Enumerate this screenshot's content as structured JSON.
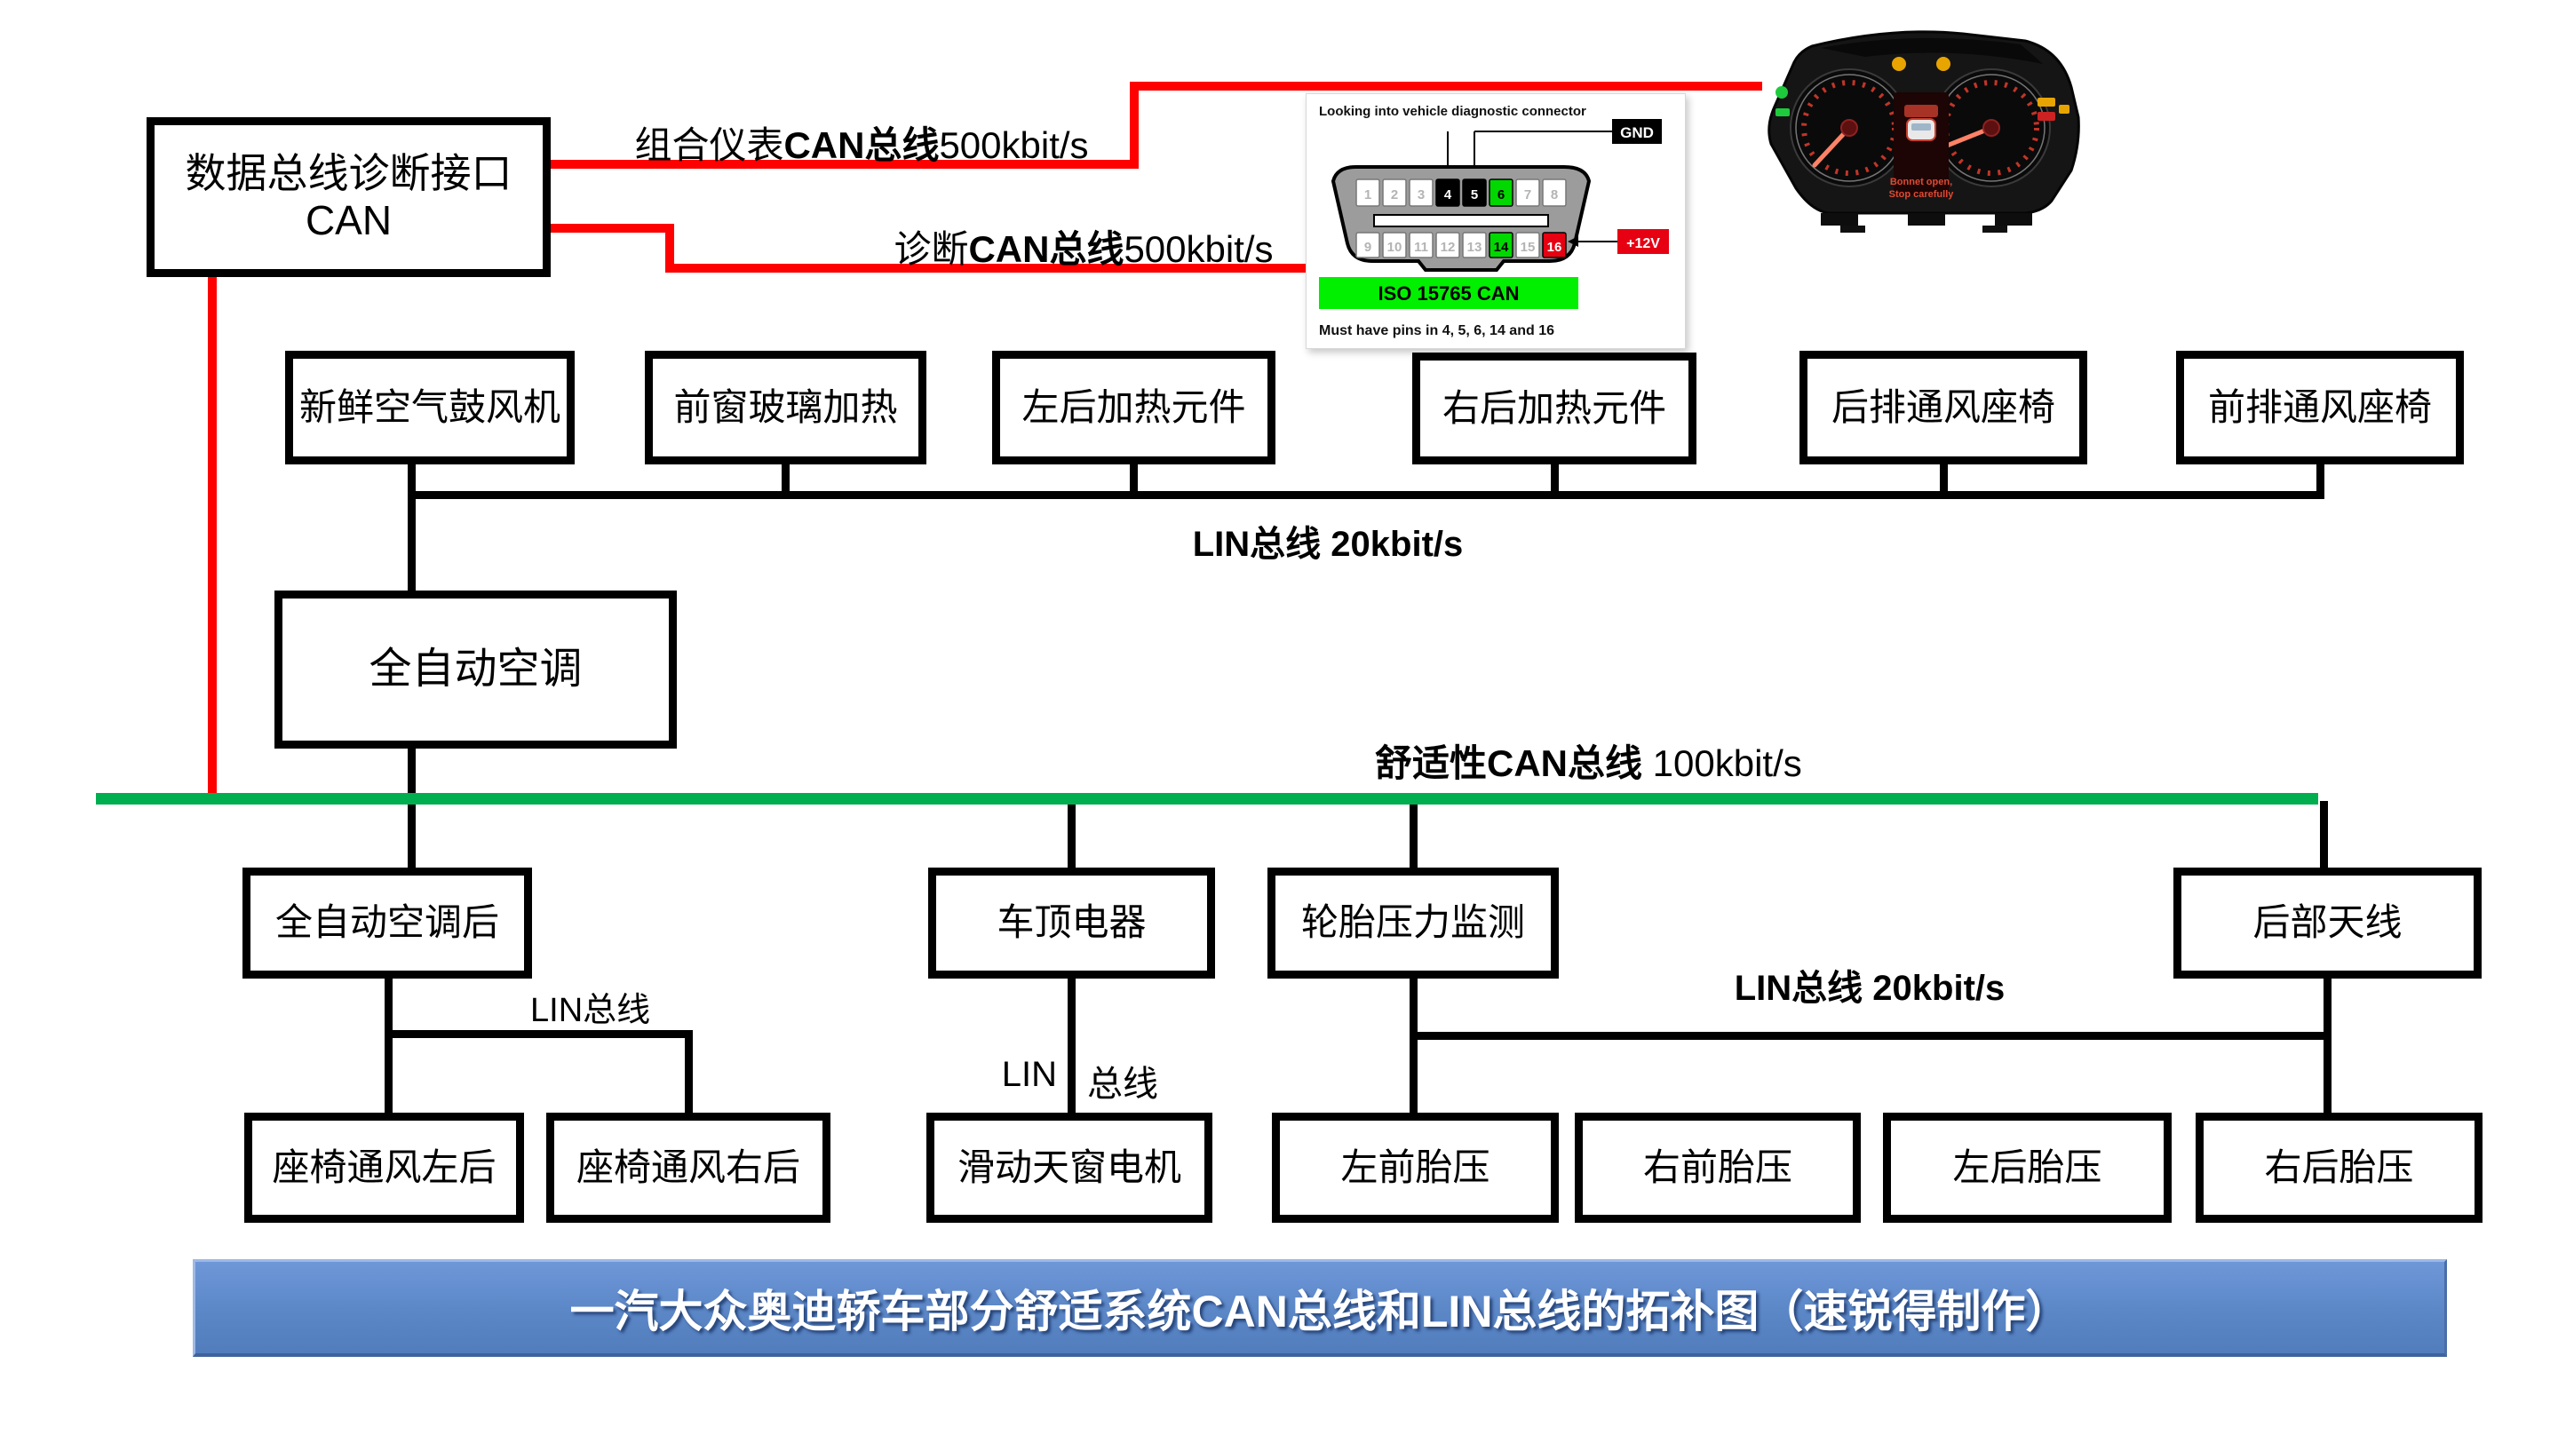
{
  "banner": {
    "text": "一汽大众奥迪轿车部分舒适系统CAN总线和LIN总线的拓补图（速锐得制作）"
  },
  "nodes": {
    "gateway_line1": "数据总线诊断接口",
    "gateway_line2": "CAN",
    "row1": [
      "新鲜空气鼓风机",
      "前窗玻璃加热",
      "左后加热元件",
      "右后加热元件",
      "后排通风座椅",
      "前排通风座椅"
    ],
    "hvac": "全自动空调",
    "row2": [
      "全自动空调后",
      "车顶电器",
      "轮胎压力监测",
      "后部天线"
    ],
    "row3": [
      "座椅通风左后",
      "座椅通风右后",
      "滑动天窗电机",
      "左前胎压",
      "右前胎压",
      "左后胎压",
      "右后胎压"
    ]
  },
  "labels": {
    "cluster_can_prefix": "组合仪表",
    "cluster_can_bold": "CAN总线",
    "cluster_can_rate": "500kbit/s",
    "diag_can_prefix": "诊断",
    "diag_can_bold": "CAN总线",
    "diag_can_rate": "500kbit/s",
    "lin_top": "LIN总线 20kbit/s",
    "comfort_can_bold": "舒适性CAN总线",
    "comfort_can_rate": " 100kbit/s",
    "lin_seat": "LIN总线",
    "lin_roof_left": "LIN",
    "lin_roof_right": "总线",
    "lin_right": "LIN总线 20kbit/s"
  },
  "obd": {
    "title": "Looking into vehicle diagnostic connector",
    "gnd_label": "GND",
    "v12_label": "+12V",
    "iso_label": "ISO 15765 CAN",
    "note": "Must have pins in 4, 5, 6, 14 and 16",
    "pins_top": [
      "1",
      "2",
      "3",
      "4",
      "5",
      "6",
      "7",
      "8"
    ],
    "pins_bottom": [
      "9",
      "10",
      "11",
      "12",
      "13",
      "14",
      "15",
      "16"
    ]
  },
  "cluster": {
    "warning1": "Bonnet open,",
    "warning2": "Stop carefully"
  },
  "colors": {
    "comfort_bus_green": "#00AE50",
    "can_red": "#FF0000",
    "banner_blue": "#5B87C7",
    "iso_green": "#00F000",
    "pin_green": "#00D800",
    "pin_red": "#E60012"
  }
}
